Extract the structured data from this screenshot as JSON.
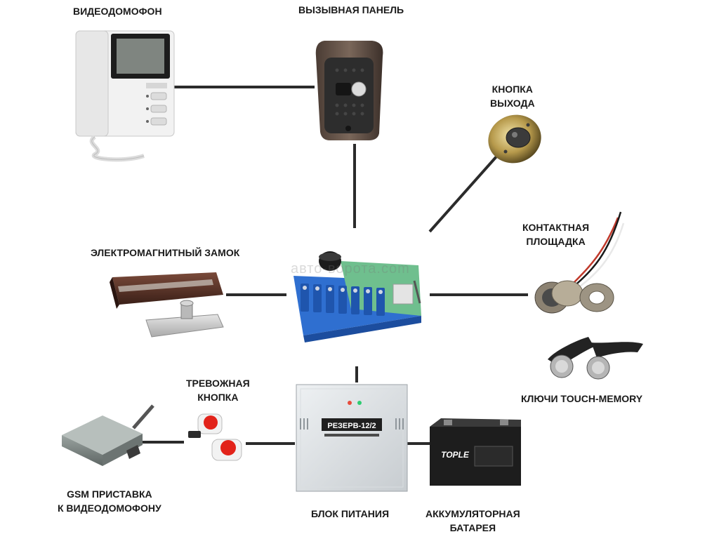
{
  "labels": {
    "intercom": "ВИДЕОДОМОФОН",
    "call_panel": "ВЫЗЫВНАЯ ПАНЕЛЬ",
    "exit_button_l1": "КНОПКА",
    "exit_button_l2": "ВЫХОДА",
    "contact_pad_l1": "КОНТАКТНАЯ",
    "contact_pad_l2": "ПЛОЩАДКА",
    "em_lock": "ЭЛЕКТРОМАГНИТНЫЙ ЗАМОК",
    "alarm_l1": "ТРЕВОЖНАЯ",
    "alarm_l2": "КНОПКА",
    "touch_keys": "КЛЮЧИ TOUCH-MEMORY",
    "gsm_l1": "GSM ПРИСТАВКА",
    "gsm_l2": "К ВИДЕОДОМОФОНУ",
    "psu": "БЛОК ПИТАНИЯ",
    "battery_l1": "АККУМУЛЯТОРНАЯ",
    "battery_l2": "БАТАРЕЯ"
  },
  "device_text": {
    "psu_model": "РЕЗЕРВ-12/2",
    "battery_brand": "TOPLE"
  },
  "watermark": "авто-ворота.com",
  "colors": {
    "wire": "#2b2b2b",
    "terminal_blue": "#2f6fd0",
    "pcb_green": "#6fbf8e"
  }
}
